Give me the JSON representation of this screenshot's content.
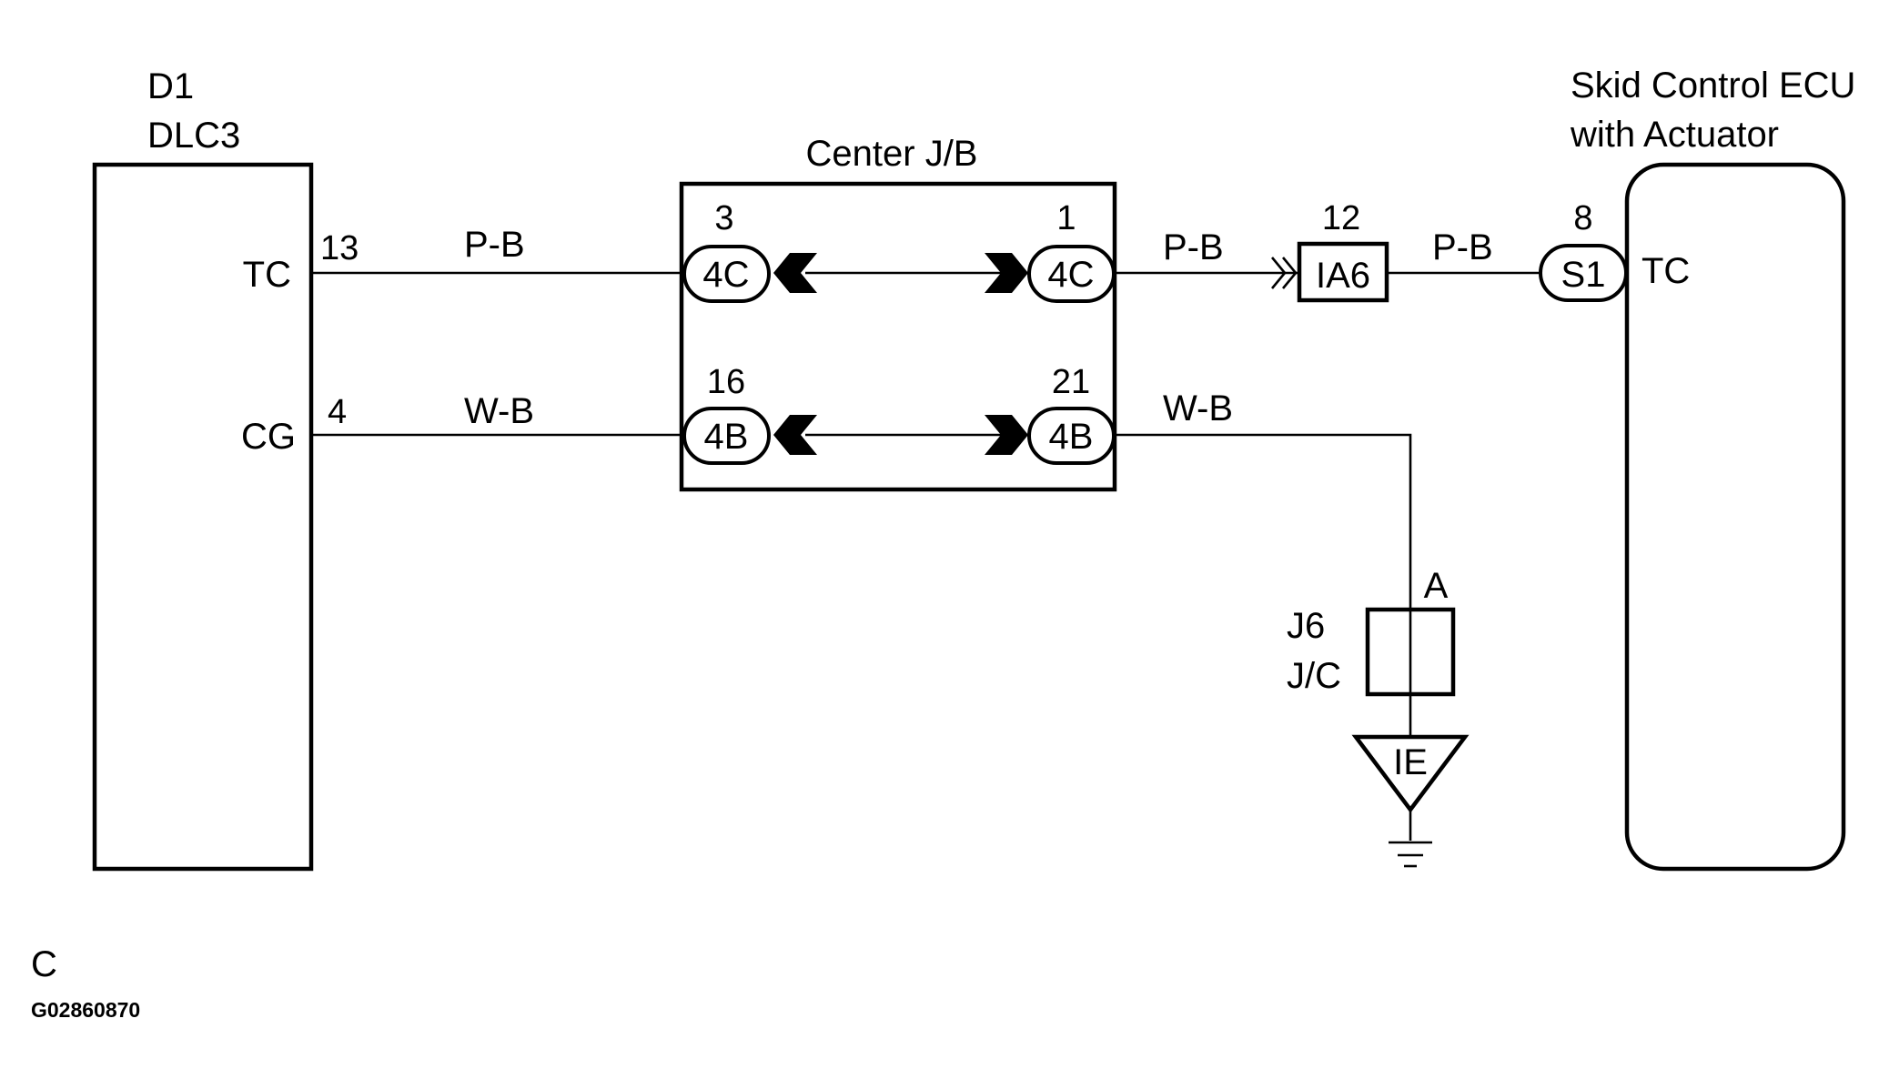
{
  "dlc3": {
    "code": "D1",
    "name": "DLC3",
    "pin_tc_label": "TC",
    "pin_cg_label": "CG",
    "pin_tc_number": "13",
    "pin_cg_number": "4"
  },
  "wires": {
    "tc_left_color": "P-B",
    "cg_left_color": "W-B",
    "tc_right_color": "P-B",
    "cg_right_color": "W-B",
    "tc_ecu_color": "P-B"
  },
  "center_jb": {
    "title": "Center J/B",
    "tc_in_pin": "3",
    "tc_in_connector": "4C",
    "tc_out_pin": "1",
    "tc_out_connector": "4C",
    "cg_in_pin": "16",
    "cg_in_connector": "4B",
    "cg_out_pin": "21",
    "cg_out_connector": "4B"
  },
  "inline_connector": {
    "pin": "12",
    "name": "IA6"
  },
  "junction": {
    "code": "J6",
    "name": "J/C",
    "pin": "A"
  },
  "ground": {
    "name": "IE"
  },
  "ecu": {
    "title_line1": "Skid Control ECU",
    "title_line2": "with Actuator",
    "pin_number": "8",
    "connector": "S1",
    "pin_label": "TC"
  },
  "footer": {
    "note": "C",
    "figure_code": "G02860870"
  }
}
